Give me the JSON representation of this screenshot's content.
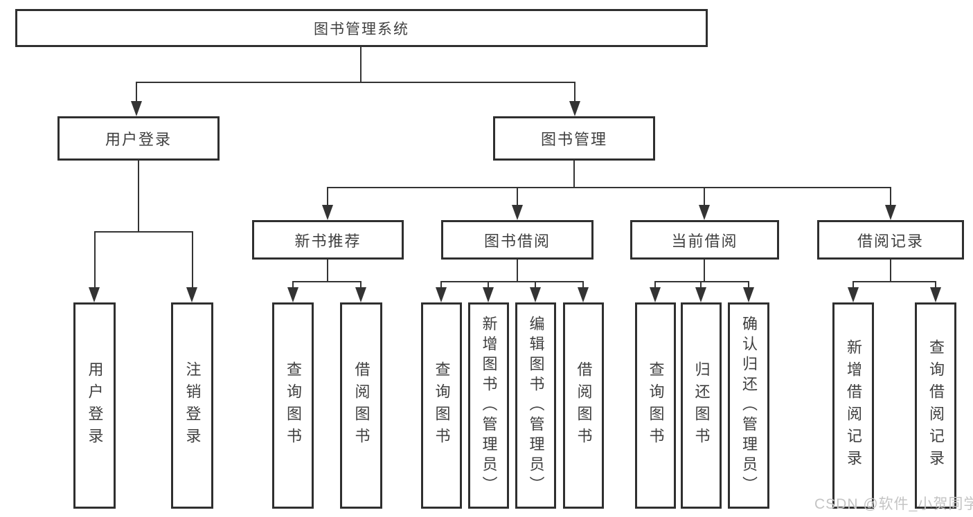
{
  "colors": {
    "line": "#333333",
    "box_border": "#2f2f2f",
    "text": "#3f3f3f",
    "watermark_text": "#c4c4c4",
    "background": "#ffffff"
  },
  "tree": {
    "root": {
      "label": "图书管理系统"
    },
    "branches": [
      {
        "label": "用户登录",
        "children": [
          "用户登录",
          "注销登录"
        ]
      },
      {
        "label": "图书管理",
        "groups": [
          {
            "label": "新书推荐",
            "children": [
              "查询图书",
              "借阅图书"
            ]
          },
          {
            "label": "图书借阅",
            "children": [
              "查询图书",
              "新增图书（管理员）",
              "编辑图书（管理员）",
              "借阅图书"
            ]
          },
          {
            "label": "当前借阅",
            "children": [
              "查询图书",
              "归还图书",
              "确认归还（管理员）"
            ]
          },
          {
            "label": "借阅记录",
            "children": [
              "新增借阅记录",
              "查询借阅记录"
            ]
          }
        ]
      }
    ]
  },
  "watermark": {
    "text": "CSDN @软件_小贺同学"
  }
}
